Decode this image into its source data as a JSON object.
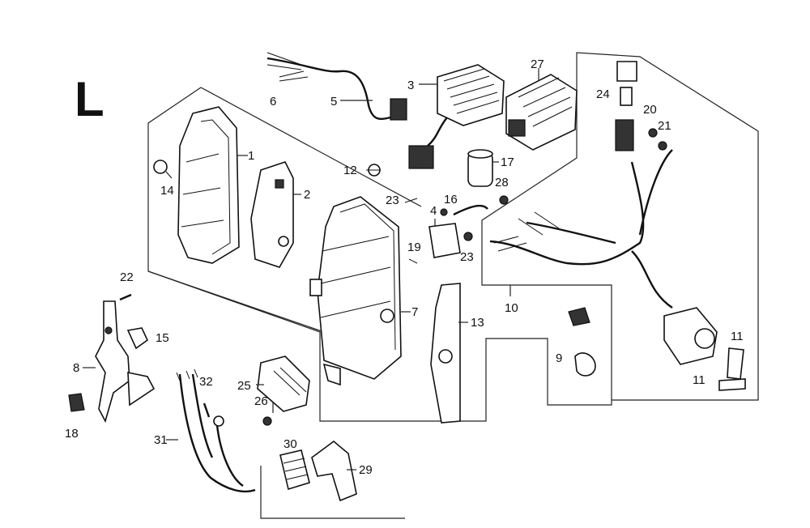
{
  "section_letter": "L",
  "callouts": {
    "c1": "1",
    "c2": "2",
    "c3": "3",
    "c4": "4",
    "c5": "5",
    "c6": "6",
    "c7": "7",
    "c8": "8",
    "c9": "9",
    "c10": "10",
    "c11a": "11",
    "c11b": "11",
    "c12": "12",
    "c13": "13",
    "c14": "14",
    "c15": "15",
    "c16": "16",
    "c17": "17",
    "c18": "18",
    "c19": "19",
    "c20": "20",
    "c21": "21",
    "c22": "22",
    "c23a": "23",
    "c23b": "23",
    "c24": "24",
    "c25": "25",
    "c26": "26",
    "c27": "27",
    "c28": "28",
    "c29": "29",
    "c30": "30",
    "c31": "31",
    "c32": "32"
  }
}
